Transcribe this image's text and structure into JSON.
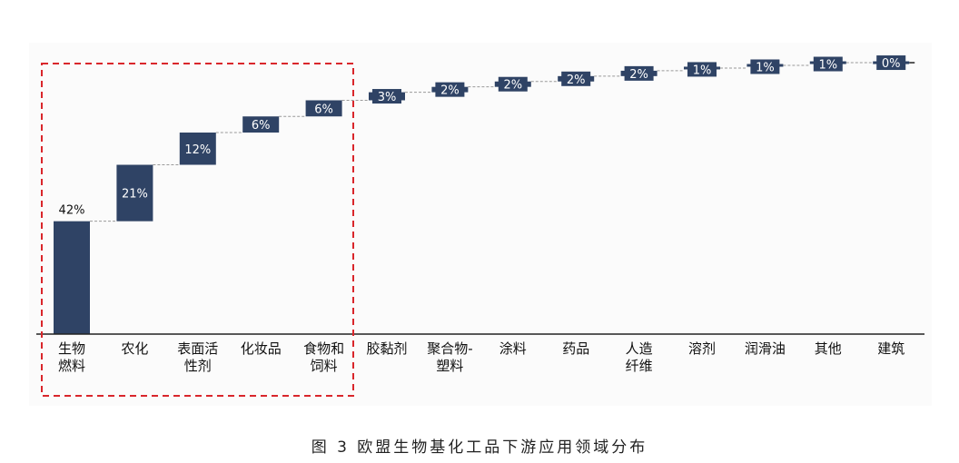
{
  "chart_data": {
    "type": "bar",
    "subtype": "waterfall",
    "categories": [
      "生物\n燃料",
      "农化",
      "表面活\n性剂",
      "化妆品",
      "食物和\n饲料",
      "胶黏剂",
      "聚合物-\n塑料",
      "涂料",
      "药品",
      "人造\n纤维",
      "溶剂",
      "润滑油",
      "其他",
      "建筑"
    ],
    "values": [
      42,
      21,
      12,
      6,
      6,
      3,
      2,
      2,
      2,
      2,
      1,
      1,
      1,
      0
    ],
    "value_labels": [
      "42%",
      "21%",
      "12%",
      "6%",
      "6%",
      "3%",
      "2%",
      "2%",
      "2%",
      "2%",
      "1%",
      "1%",
      "1%",
      "0%"
    ],
    "ylim": [
      0,
      100
    ],
    "unit": "%",
    "highlight": {
      "categories_from": 0,
      "categories_to": 4,
      "style": "red dashed box"
    },
    "colors": {
      "bar": "#2f4365",
      "label_on_bar": "#ffffff",
      "connector": "#9a9a9a",
      "highlight": "#d9262b"
    },
    "grid": false,
    "legend": "none"
  },
  "caption": "图 3  欧盟生物基化工品下游应用领域分布"
}
